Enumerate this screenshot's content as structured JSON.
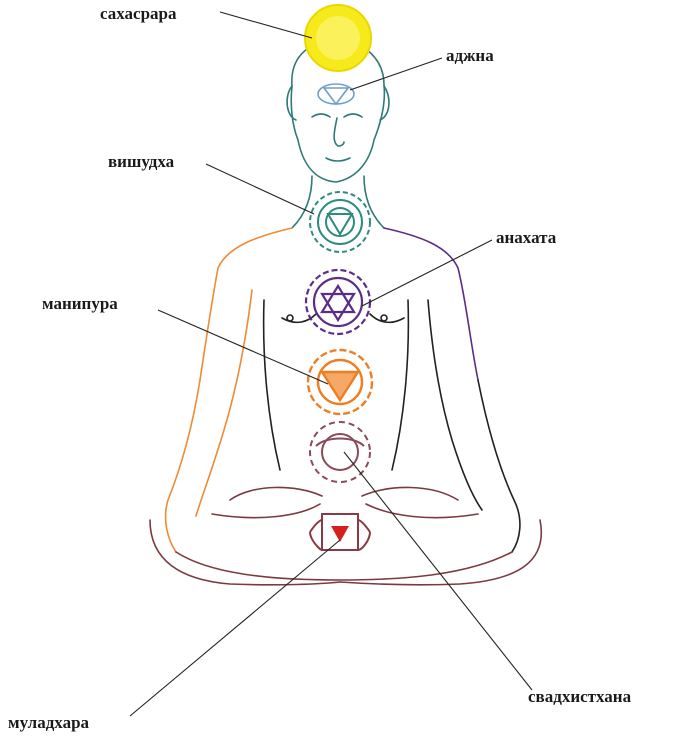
{
  "chakras": [
    {
      "id": "sahasrara",
      "label": "сахасрара",
      "color": "#f3e600"
    },
    {
      "id": "ajna",
      "label": "аджна",
      "color": "#6f9fc8"
    },
    {
      "id": "vishuddha",
      "label": "вишудха",
      "color": "#2f8a80"
    },
    {
      "id": "anahata",
      "label": "анахата",
      "color": "#5a2e86"
    },
    {
      "id": "manipura",
      "label": "манипура",
      "color": "#ef7d22"
    },
    {
      "id": "svadhisthana",
      "label": "свадхистхана",
      "color": "#8a4a57"
    },
    {
      "id": "muladhara",
      "label": "муладхара",
      "color": "#d62020"
    }
  ],
  "body_colors": {
    "head": "#2f7a78",
    "left_arm": "#ef8a35",
    "right_arm": "#5a2e86",
    "torso": "#222222",
    "legs": "#7a3a42"
  }
}
